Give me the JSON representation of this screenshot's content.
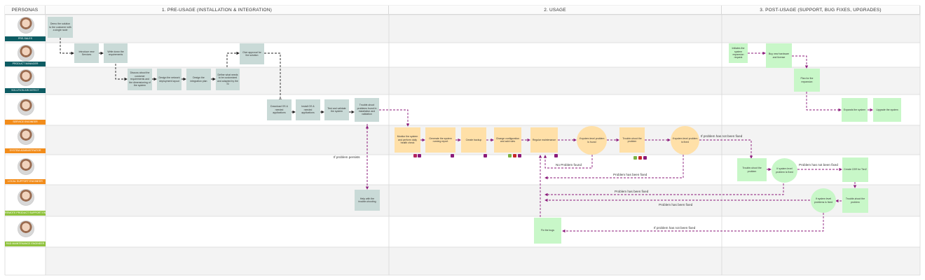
{
  "headers": {
    "personas": "PERSONAS",
    "phase1": "1. PRE-USAGE (INSTALLATION & INTEGRATION)",
    "phase2": "2. USAGE",
    "phase3": "3. POST-USAGE (SUPPORT, BUG FIXES, UPGRADES)"
  },
  "personas": [
    {
      "role": "PRE-SALES",
      "color": "#0d5c63"
    },
    {
      "role": "PRODUCT MANAGER",
      "color": "#0d5c63"
    },
    {
      "role": "SOLUTION ARCHITECT",
      "color": "#0d5c63"
    },
    {
      "role": "SERVICE ENGINEER",
      "color": "#f28c1a"
    },
    {
      "role": "SYSTEM ADMINISTRATOR",
      "color": "#f28c1a"
    },
    {
      "role": "LOCAL SUPPORT ENGINEER",
      "color": "#f28c1a"
    },
    {
      "role": "REMOTE PRODUCT SUPPORT ENGINEER",
      "color": "#8fc23d"
    },
    {
      "role": "R&D MAINTENANCE ENGINEER",
      "color": "#8fc23d"
    }
  ],
  "steps": {
    "demo": "Demo the solution to the customer with a single node",
    "introduce": "Introduce new Services",
    "write_req": "Write down the requirements",
    "discuss": "Discuss about the customer requirements and the dimensioning of the system",
    "design_network": "Design the network deployment layout",
    "design_integration": "Design the integration plan",
    "define": "Define what needs to be customized and adapted by the SI",
    "signoff": "Give approval for the solution",
    "download": "Download OS & needed applications",
    "install": "Install OS & needed applications",
    "test": "Test and validate the system",
    "troubleshoot_install": "Trouble-shoot problems found in installation and validation",
    "help": "Help with the trouble-shooting",
    "monitor": "Monitor the system and perform daily health check",
    "generate": "Generate the system running report",
    "backup": "Create backup",
    "change_config": "Change configuration and add rules",
    "maintenance": "Regular maintenance",
    "q_level1": "If system level problem is found",
    "troubleshoot_sa": "Trouble-shoot the problem",
    "q_fixed1": "If system level problem is fixed",
    "troubleshoot_local": "Trouble-shoot the problem",
    "q_fixed2": "If system level problem is fixed",
    "create_csr": "Create CSR for Tier2",
    "troubleshoot_remote": "Trouble-shoot the problem",
    "q_fixed3": "If system level problems is fixed",
    "fix_bugs": "Fix the bugs",
    "initiate": "Initiates the system expansion request",
    "buy": "Buy new hardware and license",
    "plan": "Plan for the expansion",
    "expand": "Expands the system",
    "upgrade": "Upgrade the system"
  },
  "edge_labels": {
    "persists": "If problem persists",
    "not_fixed_1": "If problem has not been fixed",
    "not_fixed_2": "Problem has not been fixed",
    "no_problem": "No Problem found",
    "fixed_1": "Problem has been fixed",
    "fixed_2": "Problem has been fixed",
    "fixed_3": "Problem has been fixed",
    "not_fixed_3": "If problem has not been fixed"
  },
  "colors": {
    "gray_box": "#c9dad7",
    "green_box": "#c8f7c8",
    "orange_box": "#ffe0a8",
    "flow_purple": "#8b1a7a",
    "flow_black": "#222222",
    "band_shade": "#f3f3f3"
  }
}
